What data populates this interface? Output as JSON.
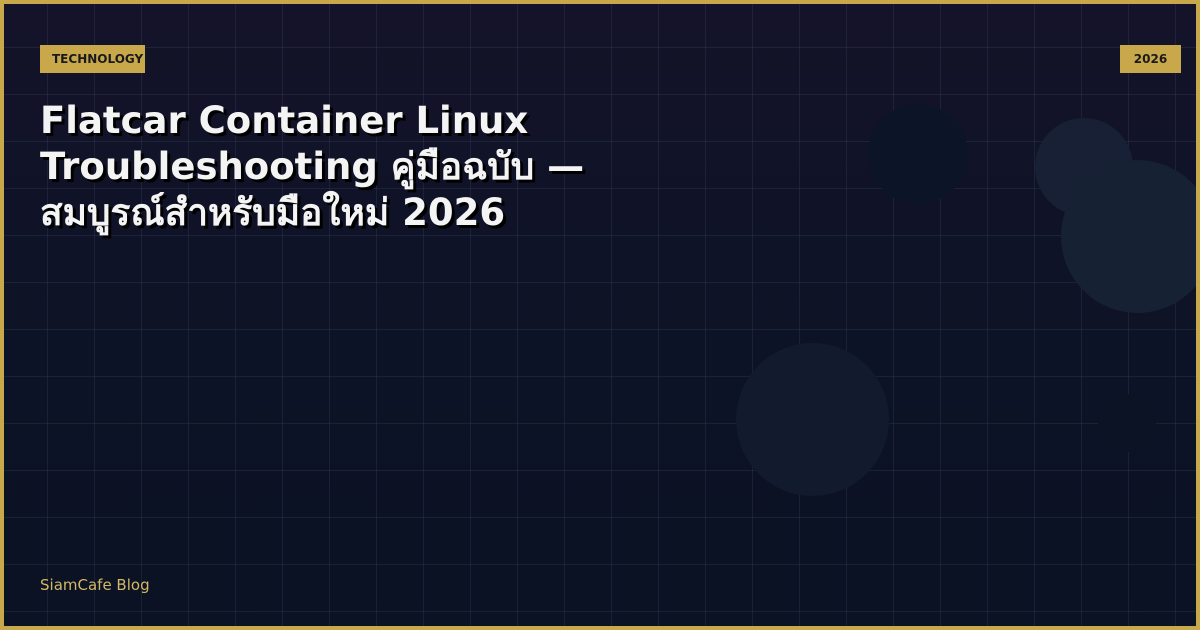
{
  "tag": "TECHNOLOGY",
  "year": "2026",
  "title": "Flatcar Container Linux Troubleshooting คู่มือฉบับ — สมบูรณ์สำหรับมือใหม่ 2026",
  "brand": "SiamCafe Blog",
  "colors": {
    "accent": "#c9a84c",
    "background": "#0d1326",
    "title": "#f4f4f4",
    "brand": "#d4b866"
  }
}
